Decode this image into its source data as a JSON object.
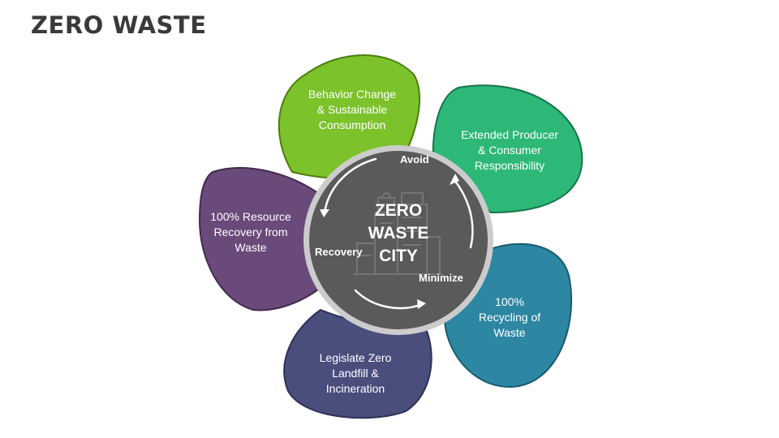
{
  "title": "ZERO WASTE",
  "center": {
    "line1": "ZERO",
    "line2": "WASTE",
    "line3": "CITY",
    "icon": "city-buildings-icon"
  },
  "cycle": {
    "avoid": "Avoid",
    "minimize": "Minimize",
    "recovery": "Recovery"
  },
  "petals": [
    {
      "lines": [
        "Behavior Change",
        "& Sustainable",
        "Consumption"
      ],
      "color": "#7cc22a"
    },
    {
      "lines": [
        "Extended Producer",
        "& Consumer",
        "Responsibility"
      ],
      "color": "#2db877"
    },
    {
      "lines": [
        "100%",
        "Recycling of",
        "Waste"
      ],
      "color": "#2d87a3"
    },
    {
      "lines": [
        "Legislate Zero",
        "Landfill &",
        "Incineration"
      ],
      "color": "#4a4e7c"
    },
    {
      "lines": [
        "100% Resource",
        "Recovery from",
        "Waste"
      ],
      "color": "#6a4a7a"
    }
  ],
  "colors": {
    "center_fill": "#5a5a5a",
    "center_ring": "#cccccc"
  }
}
